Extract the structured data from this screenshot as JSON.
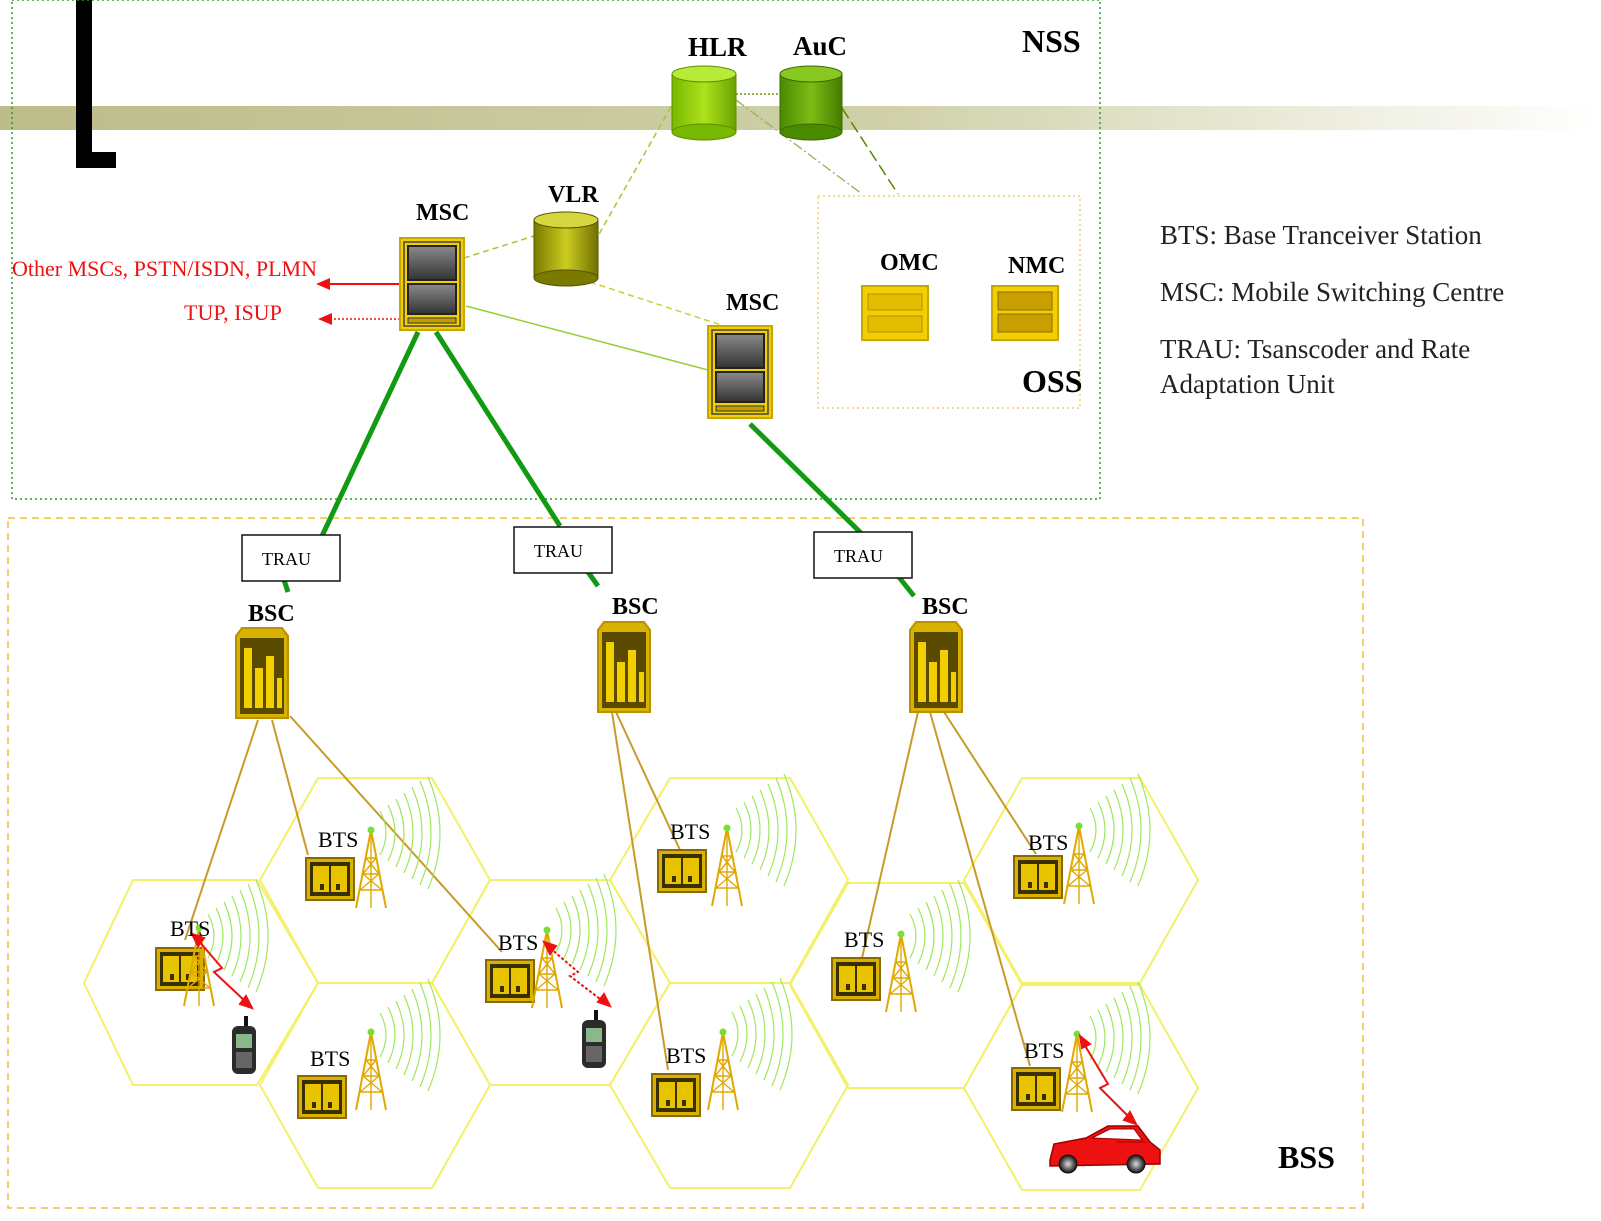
{
  "regions": {
    "nss": "NSS",
    "oss": "OSS",
    "bss": "BSS"
  },
  "nodes": {
    "hlr": "HLR",
    "auc": "AuC",
    "vlr": "VLR",
    "msc1": "MSC",
    "msc2": "MSC",
    "omc": "OMC",
    "nmc": "NMC",
    "trau1": "TRAU",
    "trau2": "TRAU",
    "trau3": "TRAU",
    "bsc1": "BSC",
    "bsc2": "BSC",
    "bsc3": "BSC",
    "bts": [
      "BTS",
      "BTS",
      "BTS",
      "BTS",
      "BTS",
      "BTS",
      "BTS",
      "BTS",
      "BTS"
    ]
  },
  "external": {
    "networks": "Other MSCs, PSTN/ISDN, PLMN",
    "protocols": "TUP, ISUP"
  },
  "legend": {
    "bts": "BTS: Base Tranceiver Station",
    "msc": "MSC: Mobile Switching Centre",
    "trau_line1": "TRAU: Tsanscoder and Rate",
    "trau_line2": "Adaptation Unit"
  },
  "colors": {
    "nss_border": "#2e9a2e",
    "bss_border": "#f0c030",
    "oss_border": "#f0d060",
    "hex_cell": "#f3f06a",
    "trunk_green": "#139a13",
    "bsc_link": "#c79a2a",
    "equipment": "#f1cf00",
    "external_red": "#ee1111"
  }
}
